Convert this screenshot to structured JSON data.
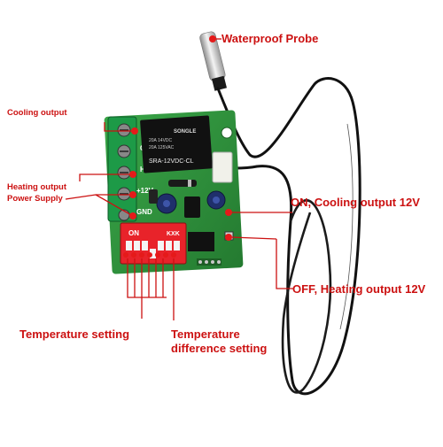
{
  "labels": {
    "waterproof_probe": "Waterproof Probe",
    "cooling_output": "Cooling output",
    "heating_output": "Heating output",
    "power_supply": "Power Supply",
    "on_cooling": "ON, Cooling output 12V",
    "off_heating": "OFF, Heating output 12V",
    "temperature_setting": "Temperature setting",
    "temperature_difference_line1": "Temperature",
    "temperature_difference_line2": "difference setting"
  },
  "board_text": {
    "relay_brand": "SONGLE",
    "relay_rating1": "20A 14VDC",
    "relay_rating2": "20A 125VAC",
    "relay_model": "SRA-12VDC-CL",
    "terminal_labels": [
      "C",
      "H",
      "+12V",
      "GND"
    ],
    "dip_on": "ON",
    "dip_kxk": "KXK"
  },
  "colors": {
    "accent": "#cc1111",
    "board": "#2f8f3a",
    "relay": "#111111",
    "cable": "#111111"
  }
}
